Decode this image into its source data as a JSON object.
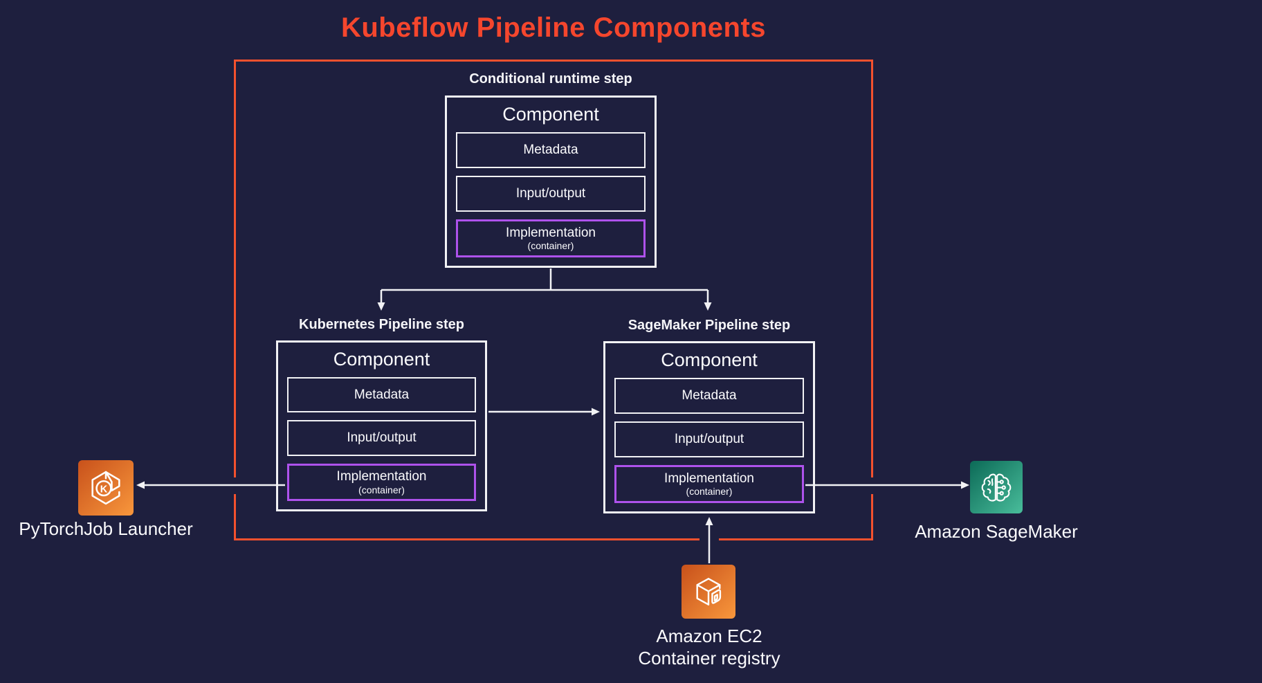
{
  "title": "Kubeflow Pipeline Components",
  "steps": {
    "conditional": {
      "label": "Conditional runtime step",
      "component_title": "Component",
      "metadata": "Metadata",
      "io": "Input/output",
      "impl": "Implementation",
      "impl_sub": "(container)"
    },
    "kubernetes": {
      "label": "Kubernetes Pipeline step",
      "component_title": "Component",
      "metadata": "Metadata",
      "io": "Input/output",
      "impl": "Implementation",
      "impl_sub": "(container)"
    },
    "sagemaker": {
      "label": "SageMaker Pipeline step",
      "component_title": "Component",
      "metadata": "Metadata",
      "io": "Input/output",
      "impl": "Implementation",
      "impl_sub": "(container)"
    }
  },
  "external": {
    "pytorch": {
      "label": "PyTorchJob Launcher",
      "icon": "pytorchjob-launcher-icon",
      "icon_letter": "K"
    },
    "amazon_sagemaker": {
      "label": "Amazon SageMaker",
      "icon": "amazon-sagemaker-icon"
    },
    "ecr": {
      "label_line1": "Amazon EC2",
      "label_line2": "Container registry",
      "icon": "ec2-container-registry-icon"
    }
  },
  "colors": {
    "background": "#1e1f3e",
    "title_orange": "#f5462d",
    "frame_orange": "#f4512e",
    "implementation_purple": "#ae52ec",
    "line_white": "#f2f2f5",
    "aws_orange_gradient_start": "#c8511b",
    "aws_orange_gradient_end": "#f8973c",
    "sagemaker_green_gradient_start": "#0c6a57",
    "sagemaker_green_gradient_end": "#49bd9b"
  }
}
